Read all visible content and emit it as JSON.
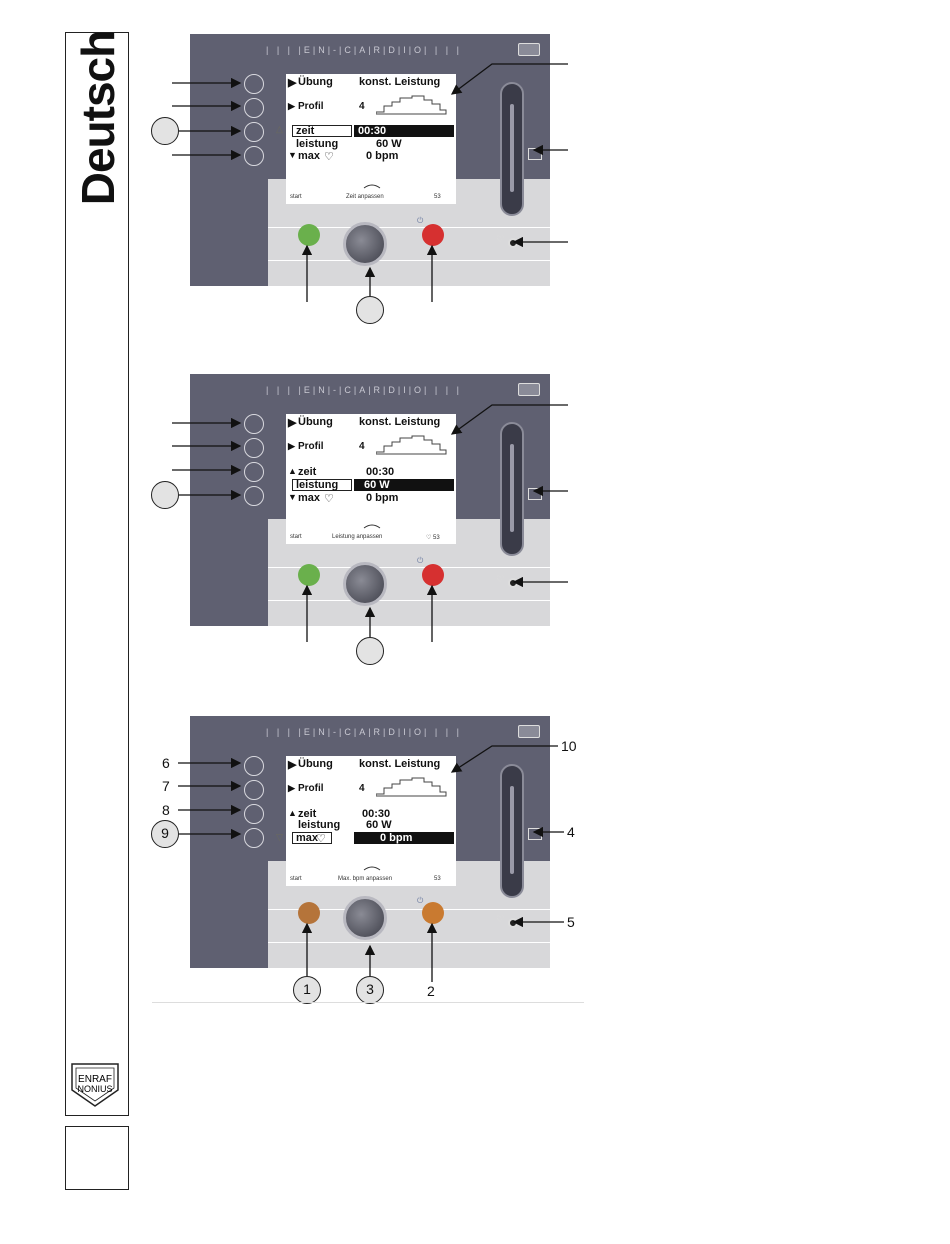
{
  "sidebar": {
    "language_label": "Deutsch"
  },
  "logo": {
    "line1": "ENRAF",
    "line2": "NONIUS"
  },
  "figures": [
    {
      "brand": "| | | |E|N|-|C|A|R|D|I|O| | | |",
      "menu": {
        "uebung_label": "Übung",
        "uebung_value": "konst. Leistung",
        "profil_label": "Profil",
        "profil_value": "4"
      },
      "rows": {
        "zeit_label": "zeit",
        "zeit_value": "00:30",
        "leistung_label": "leistung",
        "leistung_value": "60 W",
        "max_label": "max",
        "max_value": "0 bpm"
      },
      "selected_row": "zeit",
      "softkeys": {
        "left": "start",
        "center": "Zeit anpassen",
        "right": "53"
      },
      "button_color": "#d63030",
      "start_color": "#6ab04c"
    },
    {
      "brand": "| | | |E|N|-|C|A|R|D|I|O| | | |",
      "menu": {
        "uebung_label": "Übung",
        "uebung_value": "konst. Leistung",
        "profil_label": "Profil",
        "profil_value": "4"
      },
      "rows": {
        "zeit_label": "zeit",
        "zeit_value": "00:30",
        "leistung_label": "leistung",
        "leistung_value": "60 W",
        "max_label": "max",
        "max_value": "0 bpm"
      },
      "selected_row": "leistung",
      "softkeys": {
        "left": "start",
        "center": "Leistung anpassen",
        "right": "♡ 53"
      },
      "button_color": "#d63030",
      "start_color": "#6ab04c"
    },
    {
      "brand": "| | | |E|N|-|C|A|R|D|I|O| | | |",
      "menu": {
        "uebung_label": "Übung",
        "uebung_value": "konst. Leistung",
        "profil_label": "Profil",
        "profil_value": "4"
      },
      "rows": {
        "zeit_label": "zeit",
        "zeit_value": "00:30",
        "leistung_label": "leistung",
        "leistung_value": "60 W",
        "max_label": "max",
        "max_value": "0 bpm"
      },
      "selected_row": "max",
      "softkeys": {
        "left": "start",
        "center": "Max. bpm anpassen",
        "right": "53"
      },
      "button_color": "#c97a30",
      "start_color": "#b5743a",
      "callouts": {
        "c1": "1",
        "c2": "2",
        "c3": "3",
        "c4": "4",
        "c5": "5",
        "c6": "6",
        "c7": "7",
        "c8": "8",
        "c9": "9",
        "c10": "10"
      }
    }
  ]
}
